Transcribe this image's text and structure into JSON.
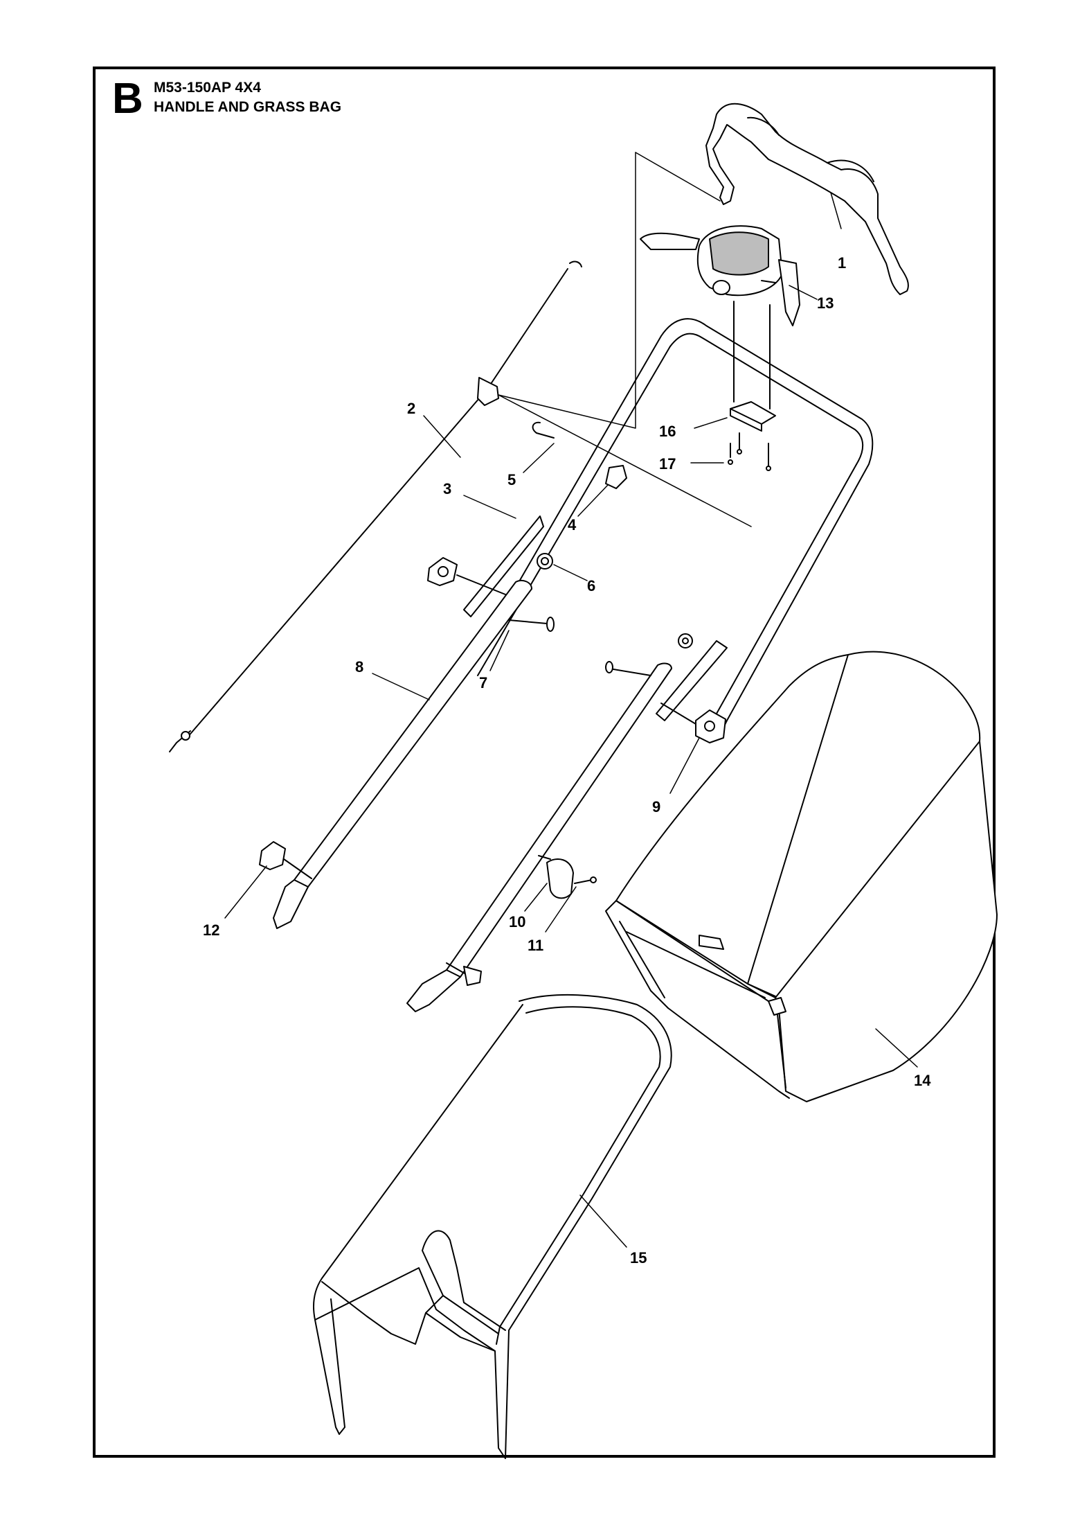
{
  "header": {
    "section": "B",
    "model": "M53-150AP 4X4",
    "title": "HANDLE AND GRASS BAG"
  },
  "callouts": [
    "1",
    "2",
    "3",
    "4",
    "5",
    "6",
    "7",
    "8",
    "9",
    "10",
    "11",
    "12",
    "13",
    "14",
    "15",
    "16",
    "17"
  ],
  "colors": {
    "line": "#000000",
    "paper": "#ffffff",
    "shading": "#bdbdbd"
  }
}
